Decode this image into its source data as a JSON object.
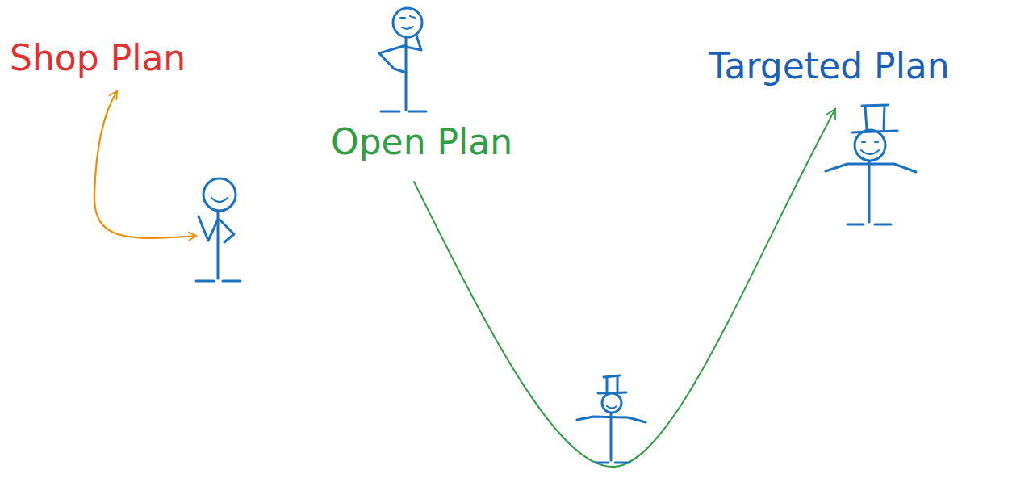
{
  "diagram": {
    "labels": [
      "Shop Plan",
      "Open Plan",
      "Targeted Plan"
    ]
  }
}
